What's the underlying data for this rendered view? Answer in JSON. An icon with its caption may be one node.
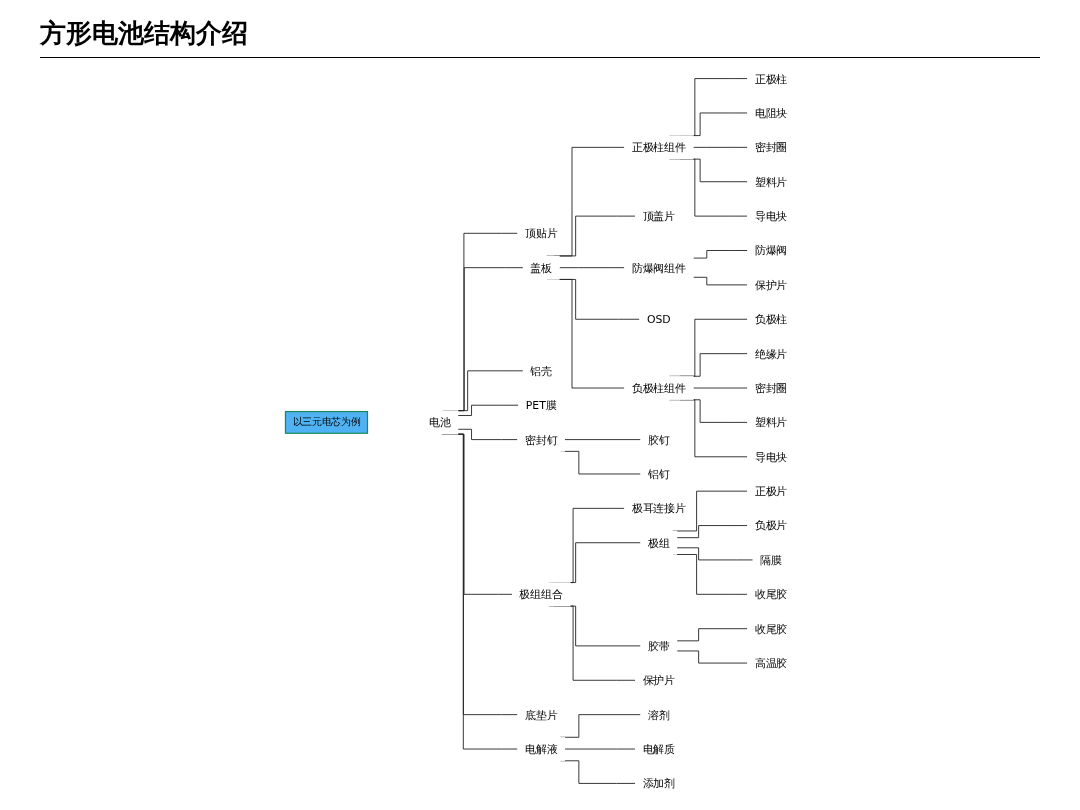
{
  "diagram": {
    "title": "方形电池结构介绍",
    "nodes": [
      {
        "text": [
          "以三元电芯为例"
        ]
      },
      {
        "text": [
          "电池"
        ]
      },
      {
        "text": [
          "顶贴片"
        ]
      },
      {
        "text": [
          "盖板"
        ]
      },
      {
        "text": [
          "正极柱组件"
        ]
      },
      {
        "text": [
          "正极柱"
        ]
      },
      {
        "text": [
          "电阻块"
        ]
      },
      {
        "text": [
          "密封圈"
        ]
      },
      {
        "text": [
          "塑料片"
        ]
      },
      {
        "text": [
          "导电块"
        ]
      },
      {
        "text": [
          "顶盖片"
        ]
      },
      {
        "text": [
          "防爆阀组件"
        ]
      },
      {
        "text": [
          "防爆阀"
        ]
      },
      {
        "text": [
          "保护片"
        ]
      },
      {
        "text": [
          "OSD"
        ]
      },
      {
        "text": [
          "负极柱组件"
        ]
      },
      {
        "text": [
          "负极柱"
        ]
      },
      {
        "text": [
          "绝缘片"
        ]
      },
      {
        "text": [
          "密封圈"
        ]
      },
      {
        "text": [
          "塑料片"
        ]
      },
      {
        "text": [
          "导电块"
        ]
      },
      {
        "text": [
          "铝壳"
        ]
      },
      {
        "text": [
          "PET膜"
        ]
      },
      {
        "text": [
          "密封钉"
        ]
      },
      {
        "text": [
          "胶钉"
        ]
      },
      {
        "text": [
          "铝钉"
        ]
      },
      {
        "text": [
          "极组组合"
        ]
      },
      {
        "text": [
          "极耳连接片"
        ]
      },
      {
        "text": [
          "极组"
        ]
      },
      {
        "text": [
          "正极片"
        ]
      },
      {
        "text": [
          "负极片"
        ]
      },
      {
        "text": [
          "隔膜"
        ]
      },
      {
        "text": [
          "收尾胶"
        ]
      },
      {
        "text": [
          "胶带"
        ]
      },
      {
        "text": [
          "收尾胶"
        ]
      },
      {
        "text": [
          "高温胶"
        ]
      },
      {
        "text": [
          "保护片"
        ]
      },
      {
        "text": [
          "底垫片"
        ]
      },
      {
        "text": [
          "电解液"
        ]
      },
      {
        "text": [
          "溶剂"
        ]
      },
      {
        "text": [
          "电解质"
        ]
      },
      {
        "text": [
          "添加剂"
        ]
      }
    ],
    "edges": [
      {
        "from": 1,
        "to": 2,
        "arrow": "none"
      },
      {
        "from": 1,
        "to": 3,
        "arrow": "none"
      },
      {
        "from": 3,
        "to": 4,
        "arrow": "none"
      },
      {
        "from": 4,
        "to": 5,
        "arrow": "none"
      },
      {
        "from": 4,
        "to": 6,
        "arrow": "none"
      },
      {
        "from": 4,
        "to": 7,
        "arrow": "none"
      },
      {
        "from": 4,
        "to": 8,
        "arrow": "none"
      },
      {
        "from": 4,
        "to": 9,
        "arrow": "none"
      },
      {
        "from": 3,
        "to": 10,
        "arrow": "none"
      },
      {
        "from": 3,
        "to": 11,
        "arrow": "none"
      },
      {
        "from": 11,
        "to": 12,
        "arrow": "none"
      },
      {
        "from": 11,
        "to": 13,
        "arrow": "none"
      },
      {
        "from": 3,
        "to": 14,
        "arrow": "none"
      },
      {
        "from": 3,
        "to": 15,
        "arrow": "none"
      },
      {
        "from": 15,
        "to": 16,
        "arrow": "none"
      },
      {
        "from": 15,
        "to": 17,
        "arrow": "none"
      },
      {
        "from": 15,
        "to": 18,
        "arrow": "none"
      },
      {
        "from": 15,
        "to": 19,
        "arrow": "none"
      },
      {
        "from": 15,
        "to": 20,
        "arrow": "none"
      },
      {
        "from": 1,
        "to": 21,
        "arrow": "none"
      },
      {
        "from": 1,
        "to": 22,
        "arrow": "none"
      },
      {
        "from": 1,
        "to": 23,
        "arrow": "none"
      },
      {
        "from": 23,
        "to": 24,
        "arrow": "none"
      },
      {
        "from": 23,
        "to": 25,
        "arrow": "none"
      },
      {
        "from": 1,
        "to": 26,
        "arrow": "none"
      },
      {
        "from": 26,
        "to": 27,
        "arrow": "none"
      },
      {
        "from": 26,
        "to": 28,
        "arrow": "none"
      },
      {
        "from": 28,
        "to": 29,
        "arrow": "none"
      },
      {
        "from": 28,
        "to": 30,
        "arrow": "none"
      },
      {
        "from": 28,
        "to": 31,
        "arrow": "none"
      },
      {
        "from": 28,
        "to": 32,
        "arrow": "none"
      },
      {
        "from": 26,
        "to": 33,
        "arrow": "none"
      },
      {
        "from": 33,
        "to": 34,
        "arrow": "none"
      },
      {
        "from": 33,
        "to": 35,
        "arrow": "none"
      },
      {
        "from": 26,
        "to": 36,
        "arrow": "none"
      },
      {
        "from": 1,
        "to": 37,
        "arrow": "none"
      },
      {
        "from": 1,
        "to": 38,
        "arrow": "none"
      },
      {
        "from": 38,
        "to": 39,
        "arrow": "none"
      },
      {
        "from": 38,
        "to": 40,
        "arrow": "none"
      },
      {
        "from": 38,
        "to": 41,
        "arrow": "none"
      }
    ]
  }
}
